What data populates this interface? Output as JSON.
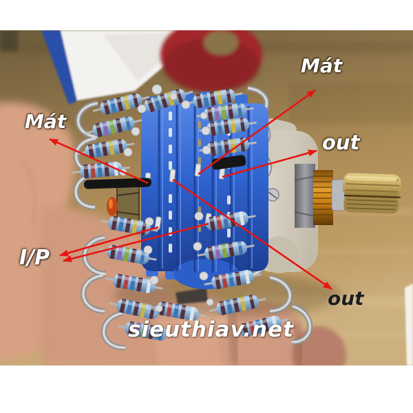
{
  "photo": {
    "watermark": "sieuthiav.net",
    "labels": {
      "ground_top": "Mát",
      "ground_left": "Mát",
      "output_top": "out",
      "output_bottom": "out",
      "input": "I/P"
    },
    "colors": {
      "arrow_red": "#e61510",
      "label_white": "#ffffff",
      "label_dark": "#1d1d1d",
      "component_blue": "#2f63cf",
      "resistor_body_blue": "#8fb4d9",
      "brass_gold": "#c9992e",
      "pot_body_beige": "#cfc8b8",
      "desk_wood": "#b5915c",
      "frame_white": "#ffffff"
    }
  }
}
